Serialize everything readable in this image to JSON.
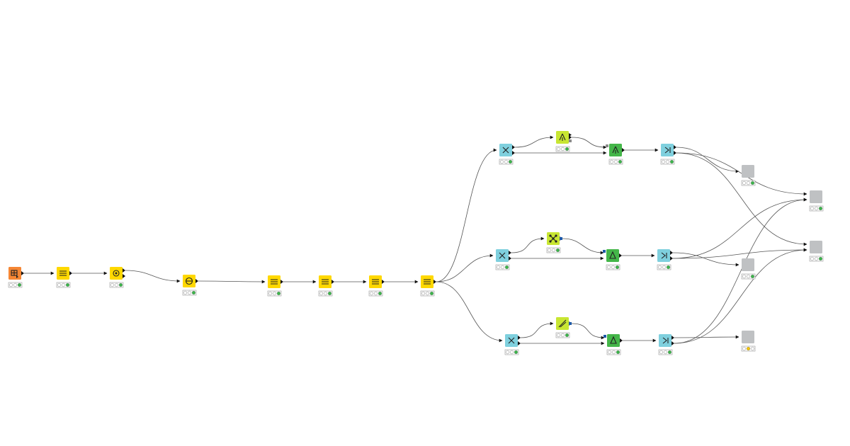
{
  "workflow": {
    "colors": {
      "reader": "#f58634",
      "manipulator": "#ffd800",
      "learner": "#c8e632",
      "predictor": "#44b649",
      "loop": "#7fd0de",
      "placeholder": "#bfc1c3",
      "connection": "#555555",
      "port": "#111111",
      "model_port": "#1d5aa8",
      "pmml_port": "#8a8a8a",
      "status_green": "#3bb54a",
      "status_yellow": "#f6c600",
      "status_idle": "#ffffff"
    },
    "nodes": [
      {
        "id": "file-reader",
        "kind": "reader",
        "icon": "table-icon",
        "status": "executed"
      },
      {
        "id": "column-filter",
        "kind": "manipulator",
        "icon": "column-filter-icon",
        "status": "executed"
      },
      {
        "id": "missing-value",
        "kind": "manipulator",
        "icon": "missing-value-icon",
        "status": "executed"
      },
      {
        "id": "normalizer",
        "kind": "manipulator",
        "icon": "normalizer-icon",
        "status": "executed"
      },
      {
        "id": "number-to-string",
        "kind": "manipulator",
        "icon": "number-to-string-icon",
        "status": "executed"
      },
      {
        "id": "string-manipulation",
        "kind": "manipulator",
        "icon": "string-manipulation-icon",
        "status": "executed"
      },
      {
        "id": "category-to-number",
        "kind": "manipulator",
        "icon": "category-to-number-icon",
        "status": "executed"
      },
      {
        "id": "column-rename",
        "kind": "manipulator",
        "icon": "column-rename-icon",
        "status": "executed"
      },
      {
        "id": "partitioning-1",
        "kind": "loop",
        "icon": "partition-icon",
        "status": "executed"
      },
      {
        "id": "tree-learner",
        "kind": "learner",
        "icon": "decision-tree-icon",
        "status": "executed"
      },
      {
        "id": "tree-predictor",
        "kind": "predictor",
        "icon": "decision-tree-icon",
        "status": "executed"
      },
      {
        "id": "loop-end-1",
        "kind": "loop",
        "icon": "loop-end-icon",
        "status": "executed"
      },
      {
        "id": "partitioning-2",
        "kind": "loop",
        "icon": "partition-icon",
        "status": "executed"
      },
      {
        "id": "neural-net-learner",
        "kind": "learner",
        "icon": "neural-net-icon",
        "status": "executed"
      },
      {
        "id": "neural-net-predictor",
        "kind": "predictor",
        "icon": "predictor-icon",
        "status": "executed"
      },
      {
        "id": "loop-end-2",
        "kind": "loop",
        "icon": "loop-end-icon",
        "status": "executed"
      },
      {
        "id": "partitioning-3",
        "kind": "loop",
        "icon": "partition-icon",
        "status": "executed"
      },
      {
        "id": "regression-learner",
        "kind": "learner",
        "icon": "regression-icon",
        "status": "executed"
      },
      {
        "id": "regression-predictor",
        "kind": "predictor",
        "icon": "predictor-icon",
        "status": "executed"
      },
      {
        "id": "loop-end-3",
        "kind": "loop",
        "icon": "loop-end-icon",
        "status": "executed"
      },
      {
        "id": "scorer-1",
        "kind": "placeholder",
        "icon": "blank-node-icon",
        "status": "executed"
      },
      {
        "id": "scorer-2",
        "kind": "placeholder",
        "icon": "blank-node-icon",
        "status": "executed"
      },
      {
        "id": "scorer-3",
        "kind": "placeholder",
        "icon": "blank-node-icon",
        "status": "configured"
      },
      {
        "id": "joiner-1",
        "kind": "placeholder",
        "icon": "blank-node-icon",
        "status": "executed"
      },
      {
        "id": "joiner-2",
        "kind": "placeholder",
        "icon": "blank-node-icon",
        "status": "executed"
      }
    ],
    "connections": [
      {
        "from": "file-reader",
        "to": "column-filter"
      },
      {
        "from": "column-filter",
        "to": "missing-value"
      },
      {
        "from": "missing-value",
        "to": "normalizer"
      },
      {
        "from": "normalizer",
        "to": "number-to-string"
      },
      {
        "from": "number-to-string",
        "to": "string-manipulation"
      },
      {
        "from": "string-manipulation",
        "to": "category-to-number"
      },
      {
        "from": "category-to-number",
        "to": "column-rename"
      },
      {
        "from": "column-rename",
        "to": "partitioning-1"
      },
      {
        "from": "column-rename",
        "to": "partitioning-2"
      },
      {
        "from": "column-rename",
        "to": "partitioning-3"
      },
      {
        "from": "partitioning-1",
        "to": "tree-learner"
      },
      {
        "from": "partitioning-1",
        "to": "tree-predictor"
      },
      {
        "from": "tree-learner",
        "to": "tree-predictor"
      },
      {
        "from": "tree-predictor",
        "to": "loop-end-1"
      },
      {
        "from": "partitioning-2",
        "to": "neural-net-learner"
      },
      {
        "from": "partitioning-2",
        "to": "neural-net-predictor"
      },
      {
        "from": "neural-net-learner",
        "to": "neural-net-predictor"
      },
      {
        "from": "neural-net-predictor",
        "to": "loop-end-2"
      },
      {
        "from": "partitioning-3",
        "to": "regression-learner"
      },
      {
        "from": "partitioning-3",
        "to": "regression-predictor"
      },
      {
        "from": "regression-learner",
        "to": "regression-predictor"
      },
      {
        "from": "regression-predictor",
        "to": "loop-end-3"
      },
      {
        "from": "loop-end-1",
        "to": "scorer-1"
      },
      {
        "from": "loop-end-1",
        "to": "joiner-1"
      },
      {
        "from": "loop-end-1",
        "to": "joiner-2"
      },
      {
        "from": "loop-end-2",
        "to": "scorer-2"
      },
      {
        "from": "loop-end-2",
        "to": "joiner-1"
      },
      {
        "from": "loop-end-2",
        "to": "joiner-2"
      },
      {
        "from": "loop-end-3",
        "to": "scorer-3"
      },
      {
        "from": "loop-end-3",
        "to": "joiner-1"
      },
      {
        "from": "loop-end-3",
        "to": "joiner-2"
      }
    ]
  }
}
